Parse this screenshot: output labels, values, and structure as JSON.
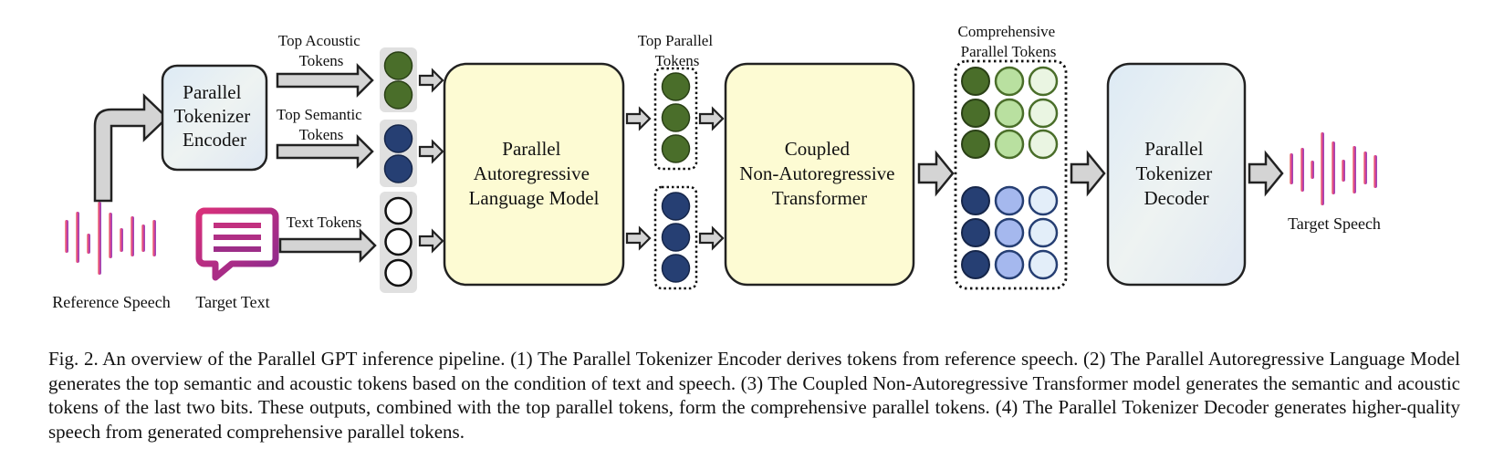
{
  "labels": {
    "reference_speech": "Reference Speech",
    "target_text": "Target Text",
    "target_speech": "Target Speech",
    "top_acoustic_1": "Top Acoustic",
    "top_acoustic_2": "Tokens",
    "top_semantic_1": "Top Semantic",
    "top_semantic_2": "Tokens",
    "text_tokens": "Text Tokens",
    "top_parallel_1": "Top Parallel",
    "top_parallel_2": "Tokens",
    "comprehensive_1": "Comprehensive",
    "comprehensive_2": "Parallel Tokens"
  },
  "blocks": {
    "encoder": [
      "Parallel",
      "Tokenizer",
      "Encoder"
    ],
    "lm": [
      "Parallel",
      "Autoregressive",
      "Language Model"
    ],
    "nar": [
      "Coupled",
      "Non-Autoregressive",
      "Transformer"
    ],
    "decoder": [
      "Parallel",
      "Tokenizer",
      "Decoder"
    ]
  },
  "colors": {
    "acoustic": "#4a6e2a",
    "semantic": "#263f73",
    "acoustic_light": "#b9e0a0",
    "acoustic_pale": "#eaf5e2",
    "semantic_light": "#a5b8ee",
    "semantic_pale": "#e3eef9",
    "model_fill": "#fdfbd3",
    "tokenizer_fill": "#e4edf4",
    "arrow_fill": "#d4d4d4",
    "token_bg": "#e0e0e0"
  },
  "caption": "Fig. 2.  An overview of the Parallel GPT inference pipeline. (1) The Parallel Tokenizer Encoder derives tokens from reference speech. (2) The Parallel Autoregressive Language Model generates the top semantic and acoustic tokens based on the condition of text and speech. (3) The Coupled Non-Autoregressive Transformer model generates the semantic and acoustic tokens of the last two bits. These outputs, combined with the top parallel tokens, form the comprehensive parallel tokens. (4) The Parallel Tokenizer Decoder generates higher-quality speech from generated comprehensive parallel tokens."
}
